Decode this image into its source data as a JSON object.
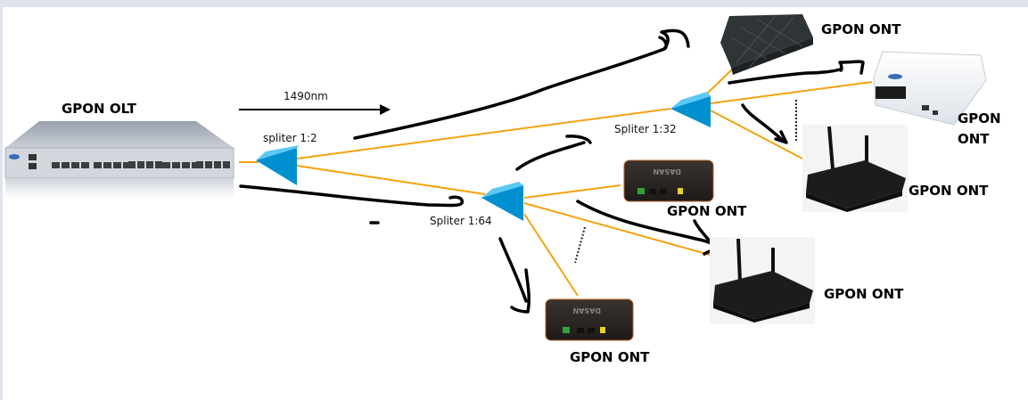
{
  "diagram": {
    "title_olt": "GPON OLT",
    "wavelength_label": "1490nm",
    "splitters": [
      {
        "id": "splitter-1-2",
        "label": "spliter 1:2"
      },
      {
        "id": "splitter-1-32",
        "label": "Spliter 1:32"
      },
      {
        "id": "splitter-1-64",
        "label": "Spliter 1:64"
      }
    ],
    "onts": [
      {
        "id": "ont-top-black",
        "label": "GPON ONT"
      },
      {
        "id": "ont-white",
        "label_line1": "GPON",
        "label_line2": "ONT"
      },
      {
        "id": "ont-router-upper",
        "label": "GPON ONT"
      },
      {
        "id": "ont-dasan-mid",
        "label": "GPON ONT"
      },
      {
        "id": "ont-router-lower",
        "label": "GPON ONT"
      },
      {
        "id": "ont-dasan-bottom",
        "label": "GPON ONT"
      }
    ],
    "device_brand": "DASAN",
    "colors": {
      "fiber": "#f5a20f",
      "splitter": "#0090d0",
      "splitter_top": "#5cc8f5",
      "background": "#ffffff",
      "frame": "#dfe4ec"
    }
  }
}
